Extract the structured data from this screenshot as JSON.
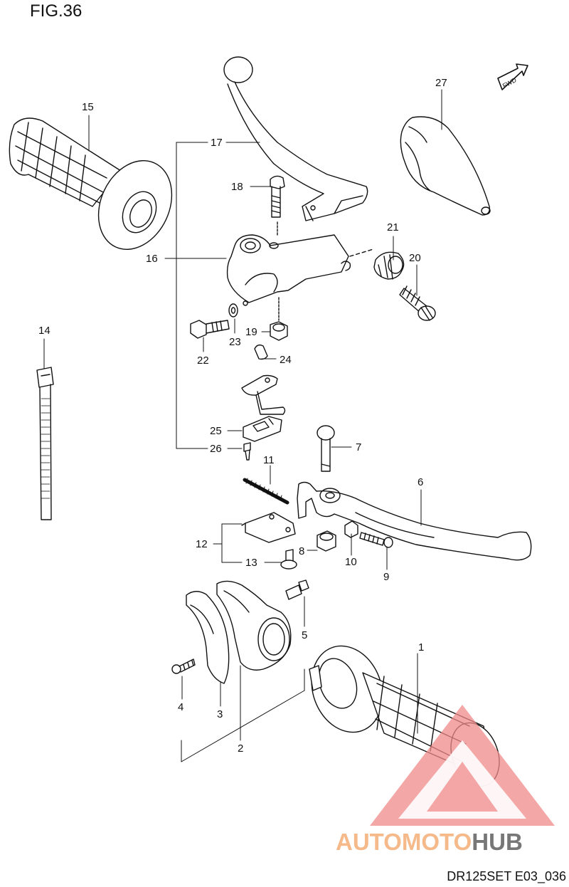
{
  "figure": {
    "title": "FIG.36",
    "code": "DR125SET E03_036"
  },
  "callouts": {
    "c1": "1",
    "c2": "2",
    "c3": "3",
    "c4": "4",
    "c5": "5",
    "c6": "6",
    "c7": "7",
    "c8": "8",
    "c9": "9",
    "c10": "10",
    "c11": "11",
    "c12": "12",
    "c13": "13",
    "c14": "14",
    "c15": "15",
    "c16": "16",
    "c17": "17",
    "c18": "18",
    "c19": "19",
    "c20": "20",
    "c21": "21",
    "c22": "22",
    "c23": "23",
    "c24": "24",
    "c25": "25",
    "c26": "26",
    "c27": "27"
  },
  "arrow": {
    "label": "FWD"
  },
  "watermark": {
    "part_a": "AUTOMOTO",
    "part_b": "HUB",
    "accent": "#e8403a",
    "accent_light": "#f5b98a"
  }
}
